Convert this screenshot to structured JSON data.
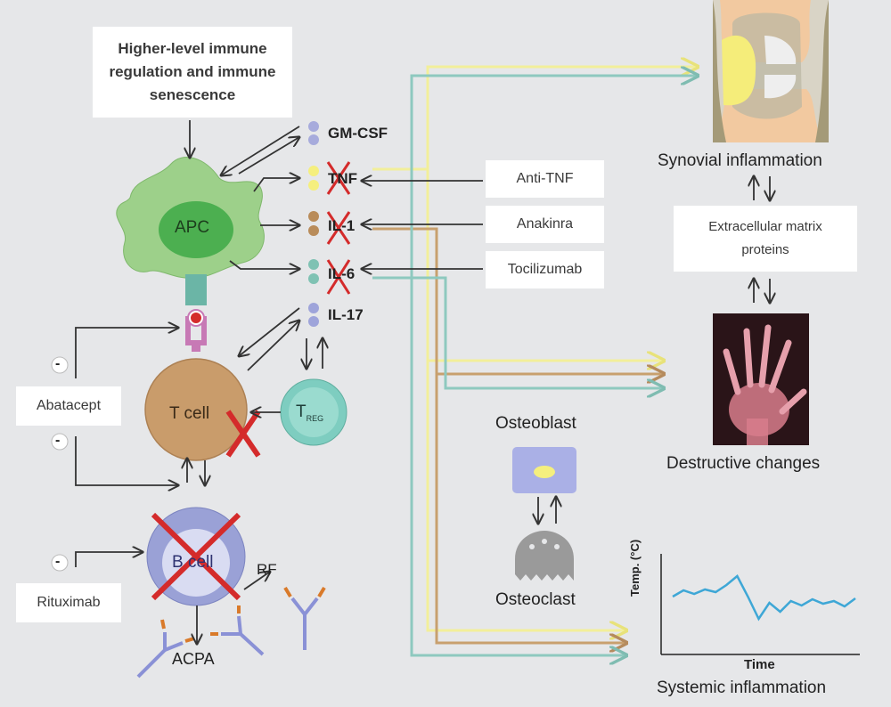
{
  "regulation_box": {
    "text": "Higher-level immune regulation and immune senescence"
  },
  "cells": {
    "apc": "APC",
    "t_cell": "T cell",
    "treg_main": "T",
    "treg_sub": "REG",
    "b_cell": "B cell",
    "osteoblast": "Osteoblast",
    "osteoclast": "Osteoclast"
  },
  "cytokines": [
    "GM-CSF",
    "TNF",
    "IL-1",
    "IL-6",
    "IL-17"
  ],
  "drugs": {
    "anti_tnf": "Anti-TNF",
    "anakinra": "Anakinra",
    "tocilizumab": "Tocilizumab",
    "abatacept": "Abatacept",
    "rituximab": "Rituximab"
  },
  "inhibition_sign": "-",
  "antibodies": {
    "rf": "RF",
    "acpa": "ACPA"
  },
  "outcomes": {
    "synovial": "Synovial inflammation",
    "ecm": "Extracellular matrix proteins",
    "destructive": "Destructive changes",
    "systemic": "Systemic inflammation"
  },
  "temp_chart": {
    "ylabel": "Temp. (°C)",
    "xlabel": "Time",
    "values": [
      0.55,
      0.62,
      0.58,
      0.63,
      0.6,
      0.68,
      0.78,
      0.55,
      0.3,
      0.48,
      0.38,
      0.5,
      0.45,
      0.52,
      0.47,
      0.5,
      0.44,
      0.53
    ]
  },
  "colors": {
    "background": "#e6e7e9",
    "apc_outer": "#9dd08a",
    "apc_inner": "#4caf50",
    "t_cell": "#c99c6b",
    "treg": "#7ecdc0",
    "b_cell_outer": "#9aa1d6",
    "b_cell_inner": "#d9dcf2",
    "cross": "#d42b2b",
    "arrow": "#333333",
    "tnf_line": "#f2ef9a",
    "il1_line": "#c8a06e",
    "il6_line": "#8ec9bf",
    "gmcsf_dot": "#a7abdc",
    "tnf_dot": "#f5ef7e",
    "il1_dot": "#b98c5a",
    "il6_dot": "#7fc2b3",
    "il17_dot": "#9ea4da",
    "osteoblast": "#aab0e6",
    "osteoclast": "#9a9a9a",
    "chart_line": "#3ea7d6",
    "synovium": "#f5ed7a",
    "bone": "#f2c9a0",
    "xray_bg": "#2a1418",
    "xray_hand": "#e08c9a"
  }
}
